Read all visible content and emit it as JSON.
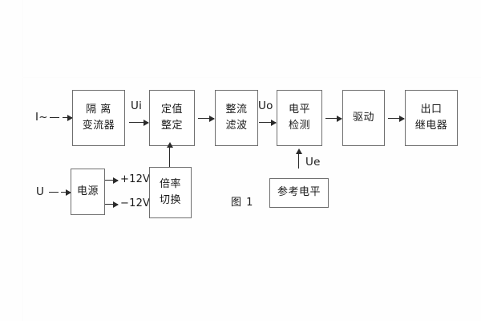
{
  "figure": {
    "caption": "图 1",
    "blocks": [
      {
        "id": "isolation-ct",
        "line1": "隔 离",
        "line2": "变流器"
      },
      {
        "id": "setting",
        "line1": "定值",
        "line2": "整定"
      },
      {
        "id": "rectify-filter",
        "line1": "整流",
        "line2": "滤波"
      },
      {
        "id": "level-detect",
        "line1": "电平",
        "line2": "检测"
      },
      {
        "id": "drive",
        "line1": "驱动",
        "line2": ""
      },
      {
        "id": "output-relay",
        "line1": "出口",
        "line2": "继电器"
      },
      {
        "id": "power-supply",
        "line1": "电源",
        "line2": ""
      },
      {
        "id": "ratio-switch",
        "line1": "倍率",
        "line2": "切换"
      },
      {
        "id": "reference-level",
        "line1": "参考电平",
        "line2": ""
      }
    ],
    "signals": {
      "current_input": "I~",
      "voltage_input": "U",
      "ui": "Ui",
      "uo": "Uo",
      "ue": "Ue",
      "rail_positive": "+12V",
      "rail_negative": "−12V"
    },
    "colors": {
      "block_border": "#6f6f6f",
      "arrow": "#2a2a2a",
      "text": "#1b1b1b",
      "background": "#fefefe"
    }
  }
}
